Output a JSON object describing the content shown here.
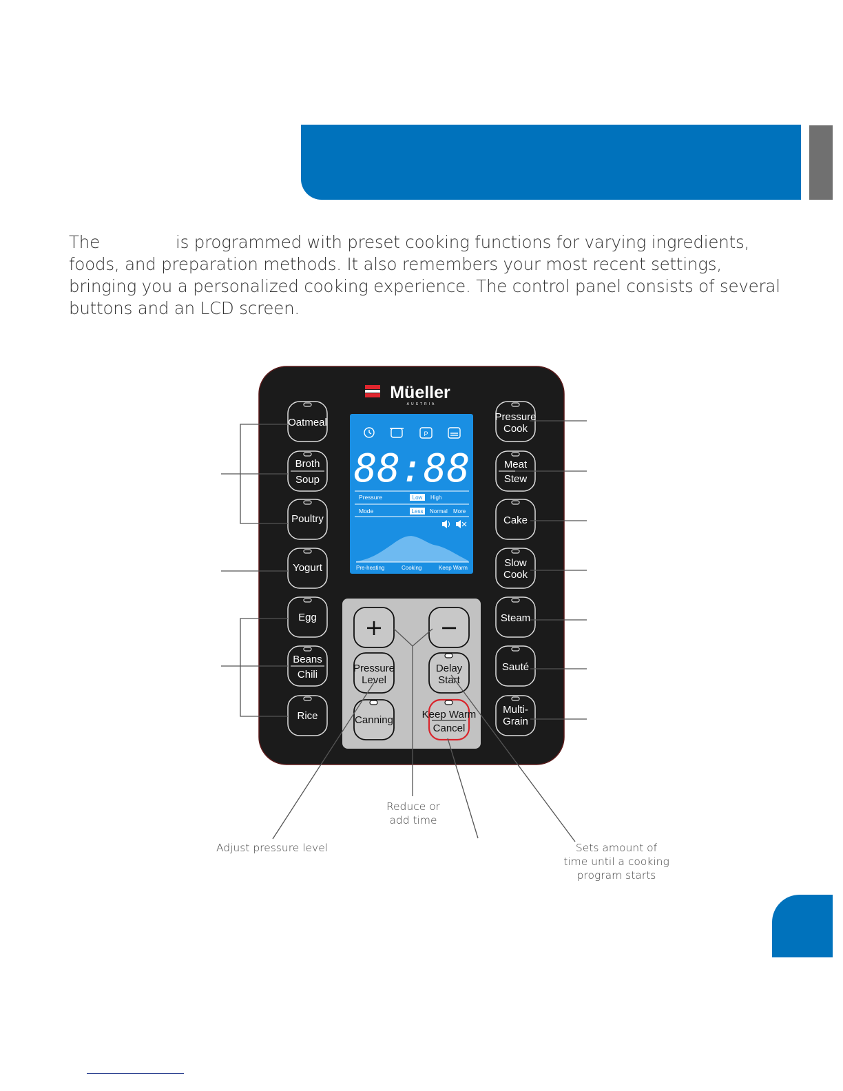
{
  "intro": {
    "text_pre": "The",
    "text_main": "is programmed with preset cooking functions for varying ingredients, foods, and preparation methods. It also remembers your most recent settings, bringing you a personalized cooking experience. The control panel consists of several buttons and an LCD screen."
  },
  "panel": {
    "brand": "Müeller",
    "brand_sub": "AUSTRIA",
    "left_buttons": [
      {
        "line1": "Oatmeal",
        "line2": ""
      },
      {
        "line1": "Broth",
        "line2": "Soup"
      },
      {
        "line1": "Poultry",
        "line2": ""
      },
      {
        "line1": "Yogurt",
        "line2": ""
      },
      {
        "line1": "Egg",
        "line2": ""
      },
      {
        "line1": "Beans",
        "line2": "Chili"
      },
      {
        "line1": "Rice",
        "line2": ""
      }
    ],
    "right_buttons": [
      {
        "line1": "Pressure",
        "line2": "Cook"
      },
      {
        "line1": "Meat",
        "line2": "Stew"
      },
      {
        "line1": "Cake",
        "line2": ""
      },
      {
        "line1": "Slow",
        "line2": "Cook"
      },
      {
        "line1": "Steam",
        "line2": ""
      },
      {
        "line1": "Sauté",
        "line2": ""
      },
      {
        "line1": "Multi-",
        "line2": "Grain"
      }
    ],
    "center_buttons": {
      "plus": "+",
      "minus": "−",
      "pressure_level": {
        "line1": "Pressure",
        "line2": "Level"
      },
      "delay_start": {
        "line1": "Delay",
        "line2": "Start"
      },
      "canning": "Canning",
      "keep_warm_cancel": {
        "line1": "Keep Warm",
        "line2": "Cancel"
      }
    },
    "lcd": {
      "digits": "88:88",
      "pressure_label": "Pressure",
      "pressure_low": "Low",
      "pressure_high": "High",
      "mode_label": "Mode",
      "mode_less": "Less",
      "mode_normal": "Normal",
      "mode_more": "More",
      "stage_preheating": "Pre-heating",
      "stage_cooking": "Cooking",
      "stage_keepwarm": "Keep Warm"
    }
  },
  "callouts": {
    "reduce_add_time": [
      "Reduce or",
      "add time"
    ],
    "adjust_pressure": "Adjust pressure level",
    "delay_start": [
      "Sets amount of",
      "time until a cooking",
      "program starts"
    ]
  },
  "colors": {
    "accent_blue": "#0072bc",
    "tab_gray": "#707070",
    "panel_black": "#1b1b1b",
    "lcd_blue": "#1a8fe3",
    "brand_red": "#e0262e",
    "cancel_red": "#d9252c"
  }
}
